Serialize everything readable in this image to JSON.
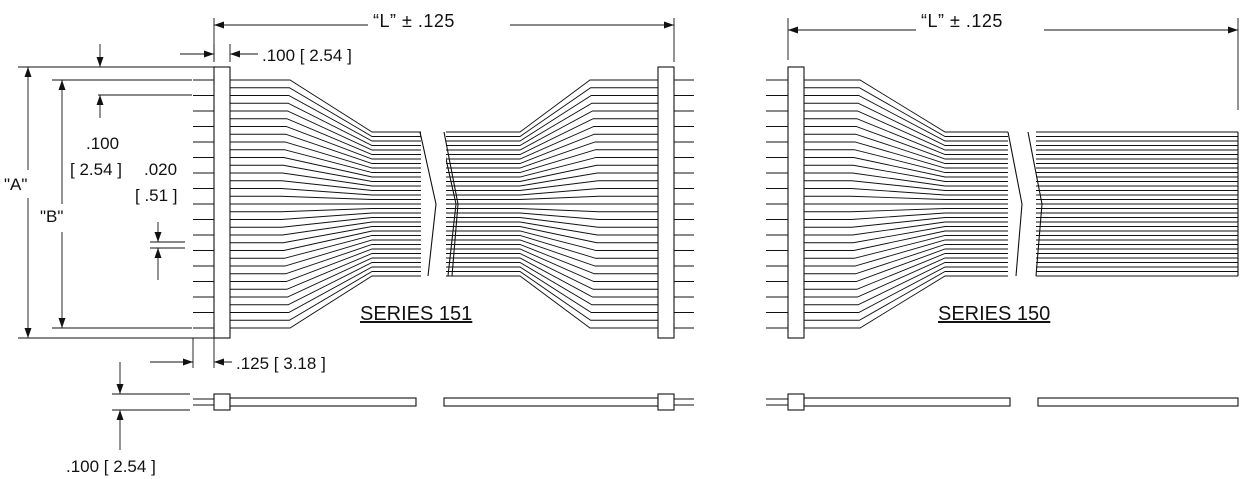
{
  "labels": {
    "length_tolerance_151": "“L” ± .125",
    "length_tolerance_150": "“L” ± .125",
    "pitch_top": ".100 [ 2.54 ]",
    "pitch_left_in": ".100",
    "pitch_left_mm": "[ 2.54 ]",
    "wire_in": ".020",
    "wire_mm": "[ .51 ]",
    "dim_a": "\"A\"",
    "dim_b": "\"B\"",
    "offset_bottom": ".125 [ 3.18 ]",
    "side_pitch": ".100 [ 2.54 ]",
    "series_151": "SERIES 151",
    "series_150": "SERIES 150"
  }
}
